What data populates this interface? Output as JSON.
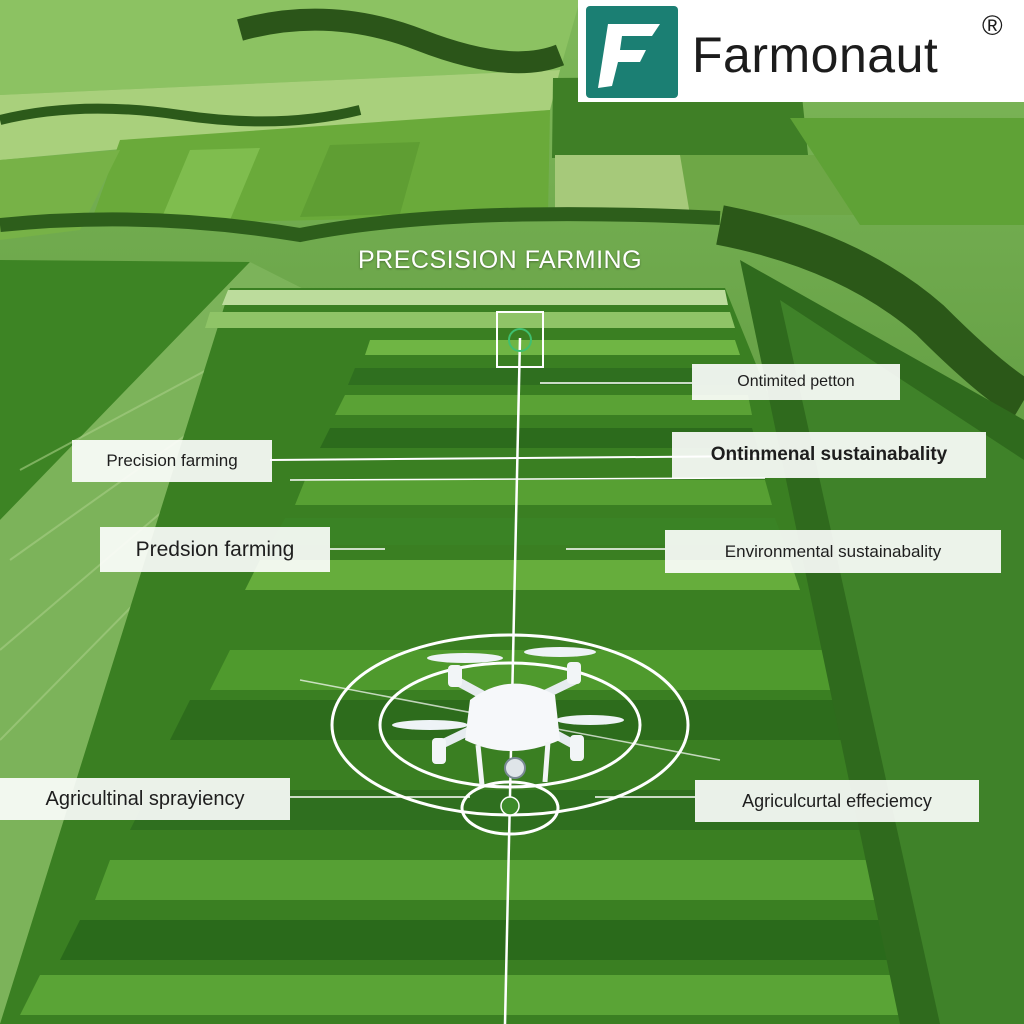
{
  "logo": {
    "text": "Farmonaut",
    "reg_mark": "®",
    "mark_color": "#1b7f73"
  },
  "title": "PRECSISION FARMING",
  "labels": {
    "right_1": "Ontimited petton",
    "left_1": "Precision farming",
    "right_2": "Ontinmenal sustainabality",
    "left_2": "Predsion farming",
    "right_3": "Environmental sustainabality",
    "left_3": "Agricultinal sprayiency",
    "right_4": "Agriculcurtal effeciemcy"
  },
  "colors": {
    "field_dark": "#2f6f1f",
    "field_light": "#6fb544",
    "label_bg": "#ffffff",
    "line": "#ffffff"
  }
}
